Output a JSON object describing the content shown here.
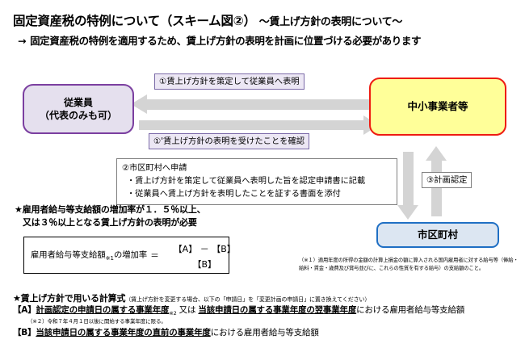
{
  "header": {
    "title_main": "固定資産税の特例について（スキーム図②）",
    "title_sub": "～賃上げ方針の表明について～",
    "arrow_glyph": "→",
    "subtitle": "固定資産税の特例を適用するため、賃上げ方針の表明を計画に位置づける必要があります"
  },
  "diagram": {
    "nodes": {
      "employee": {
        "line1": "従業員",
        "line2": "（代表のみも可）",
        "border_color": "#7b3fa0",
        "fill_color": "#e5e0ee"
      },
      "sme": {
        "label": "中小事業者等",
        "border_color": "#ee1c12",
        "fill_color": "#ffff99"
      },
      "city": {
        "label": "市区町村",
        "border_color": "#1f6fc4",
        "fill_color": "#dce6f2"
      }
    },
    "labels": {
      "step1": "①賃上げ方針を策定して従業員へ表明",
      "step1b": "①'賃上げ方針の表明を受けたことを確認",
      "step3": "③計画認定"
    },
    "step2": {
      "line1": "②市区町村へ申請",
      "line2": "・賃上げ方針を策定して従業員へ表明した旨を認定申請書に記載",
      "line3": "・従業員へ賃上げ方針を表明したことを証する書面を添付"
    },
    "arrow_color": "#d4d4d4"
  },
  "requirement": {
    "line1": "★雇用者給与等支給額の増加率が１．５％以上、",
    "line2": "又は３％以上となる賃上げ方針の表明が必要"
  },
  "formula": {
    "left_label": "雇用者給与等支給額",
    "left_sub": "※1",
    "left_tail": "の増加率",
    "equals": "＝",
    "numerator": "【A】 － 【B】",
    "denominator": "【B】"
  },
  "note1": "（※１）適用年度の所得の金額の計算上損金の額に算入される国内雇用者に対する給与等（俸給・給料・賃金・歳費及び賞与並びに、これらの性質を有する給与）の支給額のこと。",
  "calc_section": {
    "heading": "★賃上げ方針で用いる計算式",
    "paren": "（賃上げ方針を変更する場合、以下の「申請日」を「変更計画の申請日」に置き換えてください）",
    "line_a": {
      "bracket": "【A】",
      "part1": "計画認定の申請日の属する事業年度",
      "sub": "※2",
      "mid": " 又は ",
      "part2": "当該申請日の属する事業年度の翌事業年度",
      "tail": "における雇用者給与等支給額"
    },
    "note2": "（※２）令和７年４月１日以後に開始する事業年度に限る。",
    "line_b": {
      "bracket": "【B】",
      "part1": "当該申請日の属する事業年度の直前の事業年度",
      "tail": "における雇用者給与等支給額"
    }
  }
}
